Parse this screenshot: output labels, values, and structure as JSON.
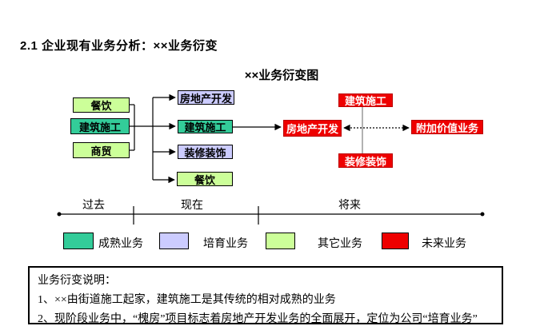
{
  "page": {
    "title": "2.1 企业现有业务分析：××业务衍变",
    "diagram_title": "××业务衍变图"
  },
  "colors": {
    "mature": "#33CC99",
    "cultivate": "#CCCCFF",
    "other": "#CCFF99",
    "future": "#EE0000"
  },
  "diagram": {
    "past_boxes": [
      {
        "label": "餐饮",
        "type": "other"
      },
      {
        "label": "建筑施工",
        "type": "mature"
      },
      {
        "label": "商贸",
        "type": "other"
      }
    ],
    "present_boxes": [
      {
        "label": "房地产开发",
        "type": "cultivate"
      },
      {
        "label": "建筑施工",
        "type": "mature"
      },
      {
        "label": "装修装饰",
        "type": "cultivate"
      },
      {
        "label": "餐饮",
        "type": "other"
      }
    ],
    "future_boxes": [
      {
        "label": "建筑施工",
        "type": "future"
      },
      {
        "label": "房地产开发",
        "type": "future"
      },
      {
        "label": "附加价值业务",
        "type": "future"
      },
      {
        "label": "装修装饰",
        "type": "future"
      }
    ]
  },
  "timeline": {
    "past": "过去",
    "present": "现在",
    "future": "将来"
  },
  "legend": [
    {
      "label": "成熟业务",
      "color": "#33CC99"
    },
    {
      "label": "培育业务",
      "color": "#CCCCFF"
    },
    {
      "label": "其它业务",
      "color": "#CCFF99"
    },
    {
      "label": "未来业务",
      "color": "#EE0000"
    }
  ],
  "notes": {
    "title": "业务衍变说明：",
    "items": [
      "1、××由街道施工起家，建筑施工是其传统的相对成熟的业务",
      "2、现阶段业务中，“槐房”项目标志着房地产开发业务的全面展开，定位为公司“培育业务”"
    ]
  }
}
